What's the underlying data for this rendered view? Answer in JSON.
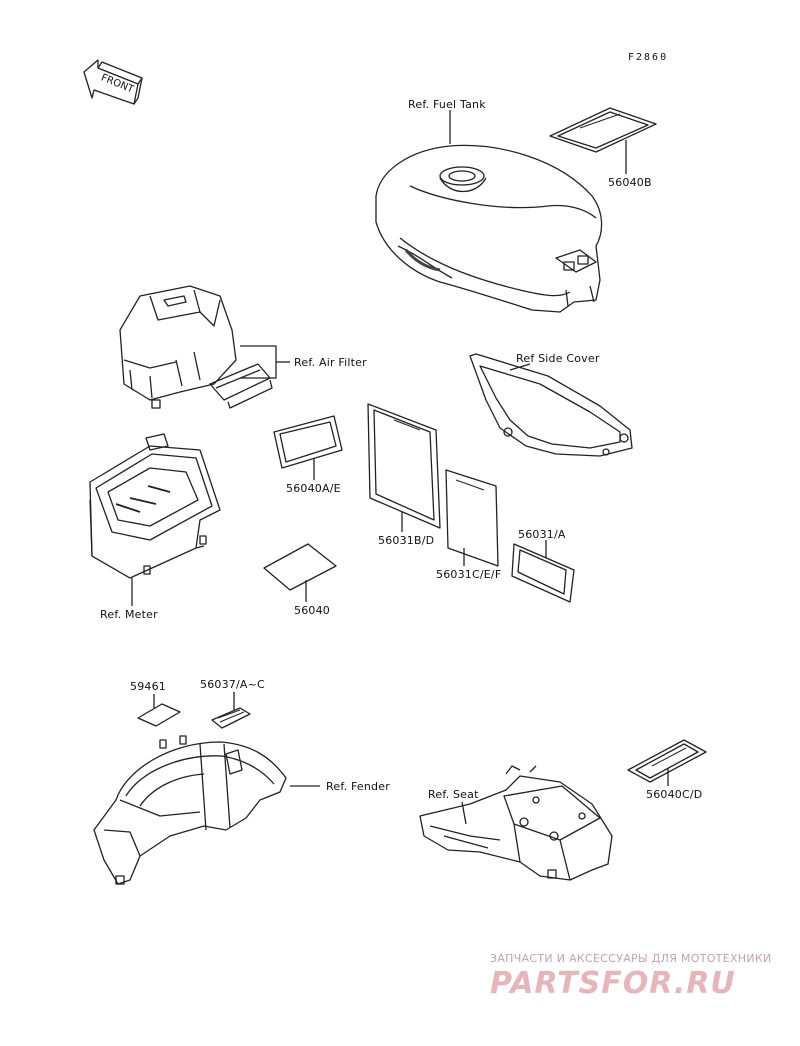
{
  "figure_code": "F2860",
  "front_label": "FRONT",
  "labels": {
    "fuel_tank": "Ref. Fuel Tank",
    "part_56040B": "56040B",
    "air_filter": "Ref. Air Filter",
    "side_cover": "Ref Side Cover",
    "part_56040AE": "56040A/E",
    "part_56031BD": "56031B/D",
    "part_56031CEF": "56031C/E/F",
    "part_56031A": "56031/A",
    "meter": "Ref. Meter",
    "part_56040": "56040",
    "part_59461": "59461",
    "part_56037": "56037/A~C",
    "fender": "Ref. Fender",
    "seat": "Ref. Seat",
    "part_56040CD": "56040C/D"
  },
  "watermark": {
    "subtitle": "ЗАПЧАСТИ И АКСЕССУАРЫ ДЛЯ МОТОТЕХНИКИ",
    "brand": "PARTSFOR.RU"
  }
}
